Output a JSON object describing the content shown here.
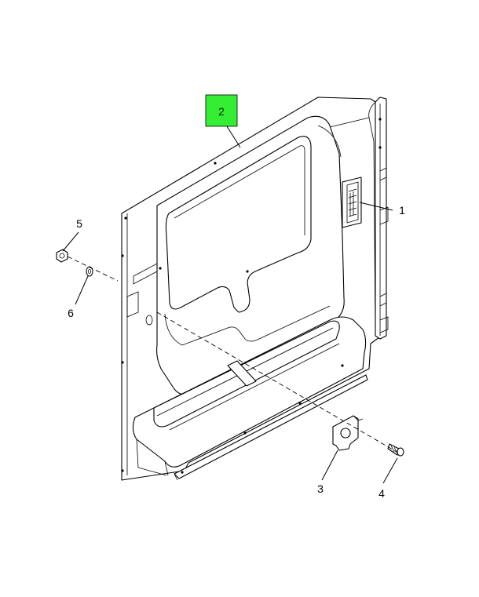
{
  "diagram": {
    "callouts": [
      {
        "id": "c1",
        "label": "1"
      },
      {
        "id": "c2",
        "label": "2"
      },
      {
        "id": "c3",
        "label": "3"
      },
      {
        "id": "c4",
        "label": "4"
      },
      {
        "id": "c5",
        "label": "5"
      },
      {
        "id": "c6",
        "label": "6"
      }
    ],
    "highlight_color": "#33ee33",
    "highlighted_callout": "2"
  }
}
